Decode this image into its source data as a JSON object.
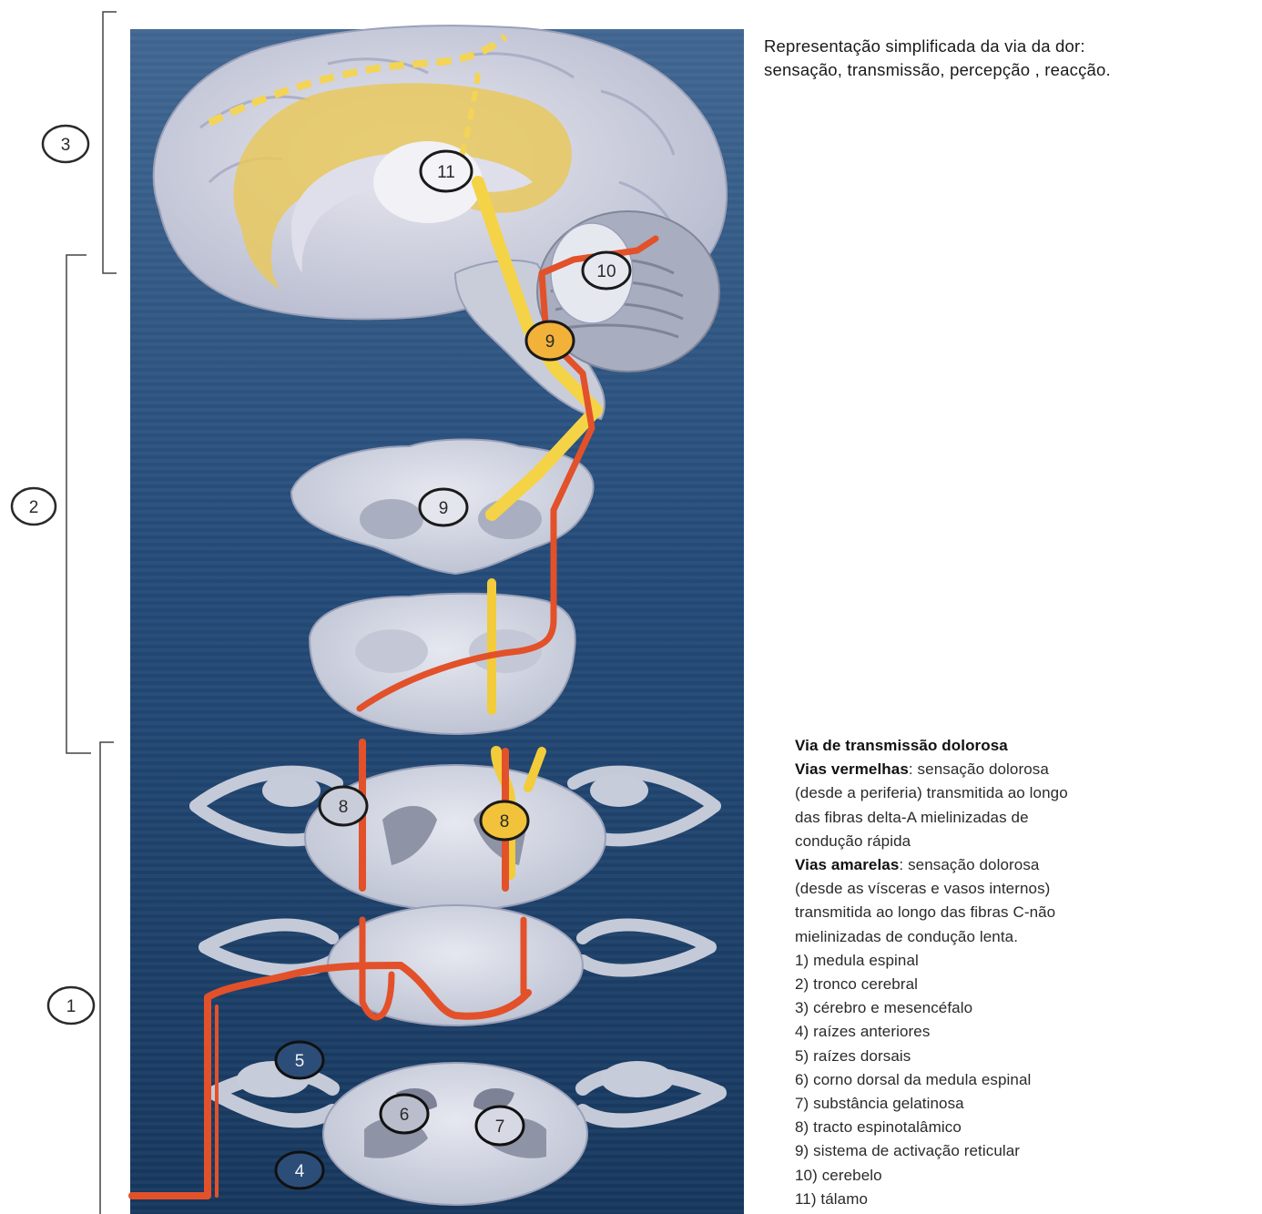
{
  "caption": {
    "line1": "Representação simplificada da via da dor:",
    "line2": "sensação, transmissão, percepção , reacção."
  },
  "legend": {
    "title": "Via de transmissão dolorosa",
    "red": {
      "label": "Vias vermelhas",
      "text": [
        ": sensação dolorosa",
        "(desde a periferia) transmitida ao longo",
        "das fibras delta-A mielinizadas de",
        "condução rápida"
      ]
    },
    "yellow": {
      "label": "Vias amarelas",
      "text": [
        ": sensação dolorosa",
        "(desde as vísceras e vasos internos)",
        "transmitida ao longo das fibras C-não",
        "mielinizadas de condução lenta."
      ]
    },
    "items": [
      "1) medula espinal",
      "2) tronco cerebral",
      "3) cérebro e mesencéfalo",
      "4) raízes anteriores",
      "5) raízes dorsais",
      "6) corno dorsal da medula espinal",
      "7) substância gelatinosa",
      "8) tracto espinotalâmico",
      "9) sistema de activação reticular",
      "10) cerebelo",
      "11) tálamo"
    ]
  },
  "markers": {
    "bracket_3": "3",
    "bracket_2": "2",
    "bracket_1": "1",
    "thalamus": "11",
    "cerebellum": "10",
    "brainstem_9": "9",
    "medulla_9": "9",
    "tract_8_left": "8",
    "tract_8_right": "8",
    "dorsal_roots_5": "5",
    "dorsal_horn_6": "6",
    "gelatinosa_7": "7",
    "anterior_roots_4": "4"
  },
  "colors": {
    "background_top": "#3f6590",
    "background_bottom": "#16365c",
    "tissue": "#cfd3e0",
    "red_path": "#e2512a",
    "yellow_path": "#f2cc3a"
  }
}
